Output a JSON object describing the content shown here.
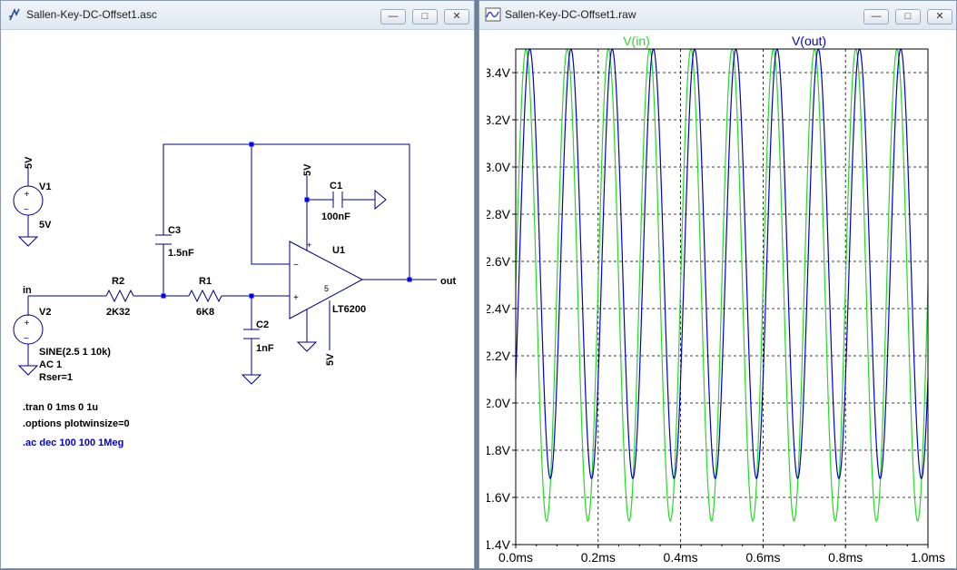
{
  "schematic_window": {
    "title": "Sallen-Key-DC-Offset1.asc",
    "icon": "ltspice-schematic-icon",
    "buttons": {
      "minimize": "—",
      "restore": "□",
      "close": "✕"
    },
    "labels": {
      "v1_supply": "5V",
      "v1_name": "V1",
      "v1_value": "5V",
      "net_in": "in",
      "v2_name": "V2",
      "v2_sine": "SINE(2.5 1 10k)",
      "v2_ac": "AC 1",
      "v2_rser": "Rser=1",
      "r2_name": "R2",
      "r2_value": "2K32",
      "r1_name": "R1",
      "r1_value": "6K8",
      "c3_name": "C3",
      "c3_value": "1.5nF",
      "c2_name": "C2",
      "c2_value": "1nF",
      "c1_name": "C1",
      "c1_value": "100nF",
      "u1_supply_top": "5V",
      "u1_supply_bottom": "5V",
      "u1_name": "U1",
      "u1_part": "LT6200",
      "net_out": "out",
      "plus_top": "+",
      "minus_sign": "−",
      "plus_sign": "+",
      "op_minus": "−",
      "op_plus": "+",
      "op_pin5": "5",
      "v2_plus": "+",
      "v2_minus": "−"
    },
    "directives": [
      ".tran 0 1ms 0 1u",
      ".options plotwinsize=0"
    ],
    "ac_directive": ".ac dec 100 100 1Meg",
    "colors": {
      "wire": "#000080",
      "component": "#000080",
      "junction": "#0000ff",
      "text": "#000000",
      "ac_text": "#0000cc"
    }
  },
  "plot_window": {
    "title": "Sallen-Key-DC-Offset1.raw",
    "icon": "waveform-icon",
    "buttons": {
      "minimize": "—",
      "restore": "□",
      "close": "✕"
    }
  },
  "chart_data": {
    "type": "line",
    "xlabel": "",
    "ylabel": "",
    "xlim": [
      0,
      1.0
    ],
    "ylim": [
      1.4,
      3.5
    ],
    "x_ticks": [
      "0.0ms",
      "0.2ms",
      "0.4ms",
      "0.6ms",
      "0.8ms",
      "1.0ms"
    ],
    "y_ticks": [
      "1.4V",
      "1.6V",
      "1.8V",
      "2.0V",
      "2.2V",
      "2.4V",
      "2.6V",
      "2.8V",
      "3.0V",
      "3.2V",
      "3.4V"
    ],
    "grid": true,
    "legend": "top",
    "series": [
      {
        "name": "V(in)",
        "color": "#22dd22",
        "signal": "sine",
        "offset": 2.5,
        "amplitude": 1.0,
        "frequency_khz": 10,
        "phase_delay_ms": 0
      },
      {
        "name": "V(out)",
        "color": "#0000cc",
        "signal": "sine",
        "offset": 2.59,
        "amplitude": 0.91,
        "frequency_khz": 10,
        "phase_delay_ms": 0.009
      }
    ]
  }
}
